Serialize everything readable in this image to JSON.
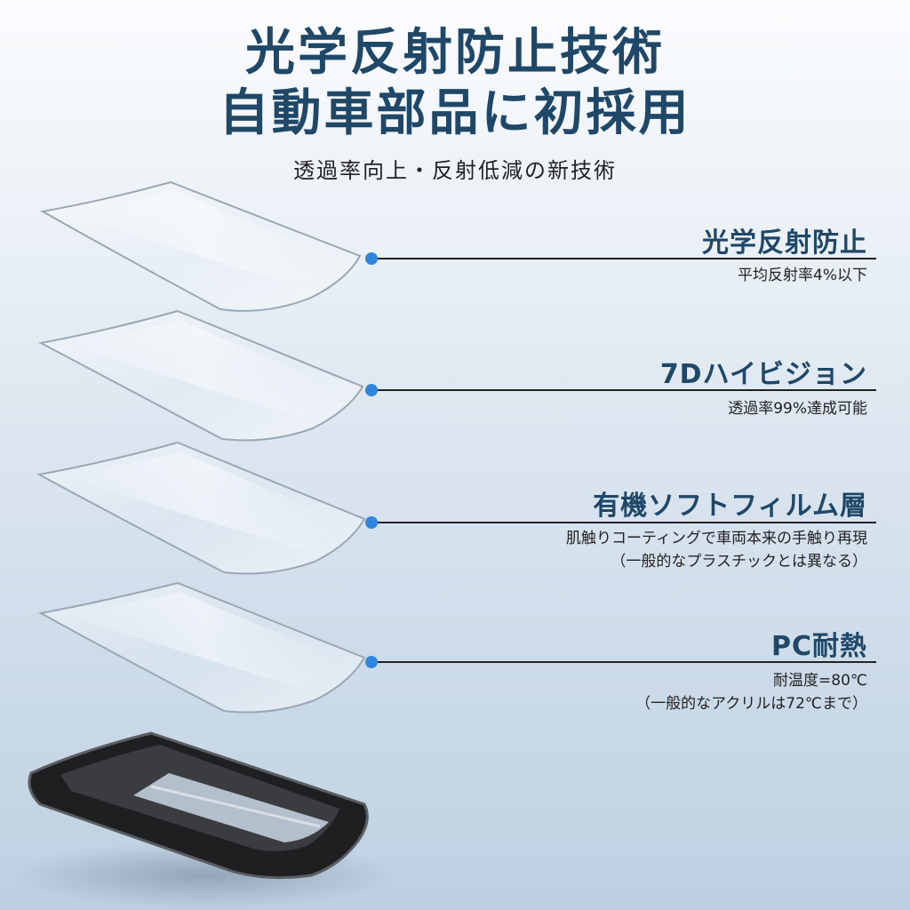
{
  "header": {
    "title_line1": "光学反射防止技術",
    "title_line2": "自動車部品に初採用",
    "subtitle": "透過率向上・反射低減の新技術"
  },
  "features": [
    {
      "title": "光学反射防止",
      "desc": [
        "平均反射率4%以下"
      ]
    },
    {
      "title": "7Dハイビジョン",
      "desc": [
        "透過率99%達成可能"
      ]
    },
    {
      "title": "有機ソフトフィルム層",
      "desc": [
        "肌触りコーティングで車両本来の手触り再現",
        "（一般的なプラスチックとは異なる）"
      ]
    },
    {
      "title": "PC耐熱",
      "desc": [
        "耐温度=80℃",
        "（一般的なアクリルは72℃まで）"
      ]
    }
  ],
  "colors": {
    "title": "#1f4767",
    "dot": "#2e86de",
    "line": "#222222"
  },
  "icons": [
    "film-layer",
    "door-handle-bowl"
  ]
}
